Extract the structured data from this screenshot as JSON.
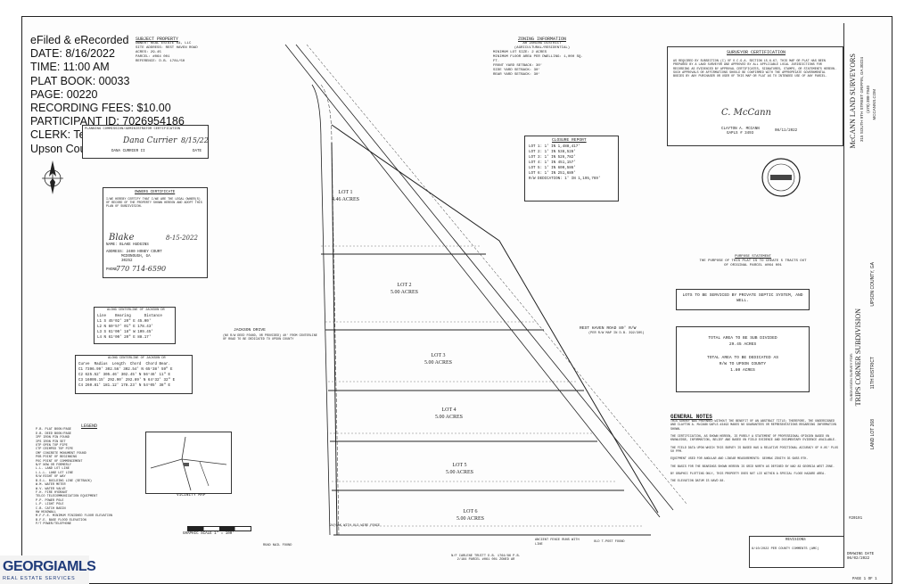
{
  "stamp": {
    "lines": [
      "eFiled & eRecorded",
      "DATE: 8/16/2022",
      "TIME: 11:00 AM",
      "PLAT BOOK: 00033",
      "PAGE: 00220",
      "RECORDING FEES: $10.00",
      "PARTICIPANT ID: 7026954186",
      "CLERK: Teresa Meier",
      "Upson County, GA"
    ]
  },
  "subject_property": {
    "title": "SUBJECT PROPERTY",
    "lines": [
      "OWNER: REAL ESTATE 03, LLC",
      "SITE ADDRESS: REST HAVEN ROAD",
      "ACRES: 29.45",
      "PARCEL: #064 001",
      "REFERENCE: D.B. 1781/50"
    ]
  },
  "commission_cert": {
    "title": "PLANNING COMMISSION/ADMINISTRATOR CERTIFICATION",
    "name": "DANA CURRIER II",
    "date_label": "DATE",
    "date": "8/15/22"
  },
  "owners_cert": {
    "title": "OWNERS CERTIFICATE",
    "name": "NAME: BLAKE HUDGINS",
    "address": "ADDRESS: 2400 HONEY COURT",
    "city": "MCDONOUGH, GA",
    "zip": "30252",
    "phone_label": "PHONE:",
    "phone": "770 714-6590",
    "date": "8-15-2022"
  },
  "zoning": {
    "title": "ZONING INFORMATION",
    "lines": [
      "AR ZONING DISTRICT",
      "(AGRICULTURAL/RESIDENTIAL)",
      "MINIMUM LOT SIZE: 2 ACRES",
      "MINIMUM FLOOR AREA PER DWELLING: 1,000 SQ. FT.",
      "FRONT YARD SETBACK: 30'",
      "SIDE YARD SETBACK: 30'",
      "REAR YARD SETBACK: 30'"
    ]
  },
  "surveyor_cert": {
    "title": "SURVEYOR CERTIFICATION",
    "name": "CLAYTON A. MCCANN",
    "reg": "GAPLS # 3493",
    "date": "08/11/2022"
  },
  "closure": {
    "title": "CLOSURE REPORT",
    "lines": [
      "LOT 1: 1' IN 1,488,417'",
      "LOT 2: 1' IN 538,528'",
      "LOT 3: 1' IN 526,782'",
      "LOT 4: 1' IN 451,157'",
      "LOT 5: 1' IN 600,586'",
      "LOT 6: 1' IN 251,689'",
      "R/W DEDICATION: 1' IN 1,195,769'"
    ]
  },
  "purpose": {
    "title": "PURPOSE STATEMENT",
    "text": "THE PURPOSE OF THIS PLAT IS TO CREATE 5 TRACTS OUT OF ORIGINAL PARCEL #064 001"
  },
  "septic_note": "LOTS TO BE SERVICED BY PRIVATE SEPTIC SYSTEM, AND WELL.",
  "area_note": [
    "TOTAL AREA TO BE SUB DIVIDED",
    "29.45 ACRES",
    "TOTAL AREA TO BE DEDICATED AS",
    "R/W TO UPSON COUNTY",
    "1.80 ACRES"
  ],
  "general_notes": {
    "title": "GENERAL NOTES"
  },
  "lots": [
    {
      "name": "LOT 1",
      "acres": "4.46 ACRES"
    },
    {
      "name": "LOT 2",
      "acres": "5.00 ACRES"
    },
    {
      "name": "LOT 3",
      "acres": "5.00 ACRES"
    },
    {
      "name": "LOT 4",
      "acres": "5.00 ACRES"
    },
    {
      "name": "LOT 5",
      "acres": "5.00 ACRES"
    },
    {
      "name": "LOT 6",
      "acres": "5.00 ACRES"
    }
  ],
  "road_labels": {
    "jackson": "JACKSON DRIVE",
    "jackson_sub": "(NO R/W DEED FOUND, OR PROVIDED) 40' FROM CENTERLINE OF ROAD TO BE DEDICATED TO UPSON COUNTY",
    "rest_haven": "REST HAVEN ROAD 80' R/W",
    "rest_haven_sub": "(PER R/W MAP IN D.B. 392/305)"
  },
  "legend": {
    "title": "LEGEND",
    "items": [
      "P.B. PLAT BOOK/PAGE",
      "D.B. DEED BOOK/PAGE",
      "IPF IRON PIN FOUND",
      "IPS IRON PIN SET",
      "OTP OPEN TOP PIPE",
      "CTP CRIMPED TOP PIPE",
      "CMF CONCRETE MONUMENT FOUND",
      "POB POINT OF BEGINNING",
      "POC POINT OF COMMENCEMENT",
      "N/F NOW OR FORMERLY",
      "L.L. LAND LOT LINE",
      "L.L.L. LAND LOT LINE",
      "R/W RIGHT OF WAY",
      "B.S.L. BUILDING LINE (SETBACK)",
      "W.M. WATER METER",
      "W.V. WATER VALVE",
      "F.H. FIRE HYDRANT",
      "TELCO TELECOMMUNICATION EQUIPMENT",
      "P.P. POWER POLE",
      "L.P. LIGHT POLE",
      "C.B. CATCH BASIN",
      "HW HEADWALL",
      "M.F.F.E. MINIMUM FINISHED FLOOR ELEVATION",
      "B.F.E. BASE FLOOD ELEVATION",
      "P/T POWER/TELEPHONE"
    ]
  },
  "table1": {
    "title": "ALONG CENTERLINE OF JACKSON DR",
    "headers": [
      "Line",
      "Bearing",
      "Distance"
    ],
    "rows": [
      [
        "L1",
        "S 45°02' 20\" E",
        "45.00'"
      ],
      [
        "L2",
        "N 60°57' 01\" E",
        "178.43'"
      ],
      [
        "L3",
        "S 61°00' 18\" W",
        "109.45'"
      ],
      [
        "L4",
        "N 61°00' 20\" E",
        "88.17'"
      ]
    ]
  },
  "table2": {
    "title": "ALONG CENTERLINE OF JACKSON DR",
    "headers": [
      "Curve",
      "Radius",
      "Length",
      "Chord",
      "Chord Bear."
    ],
    "rows": [
      [
        "C1",
        "7396.99'",
        "302.56'",
        "302.54'",
        "N 65°38' 59\" E"
      ],
      [
        "C2",
        "625.52'",
        "305.46'",
        "302.45'",
        "N 56°46' 11\" E"
      ],
      [
        "C3",
        "16005.15'",
        "292.90'",
        "292.89'",
        "N 64°32' 32\" E"
      ],
      [
        "C4",
        "260.81'",
        "181.12'",
        "178.23'",
        "N 54°05' 38\" E"
      ]
    ]
  },
  "vicinity": "VICINITY MAP",
  "scale": "GRAPHIC SCALE 1\" = 100'",
  "title_block": {
    "company": "McCANN LAND SURVEYORS",
    "addr": "315 SOUTH 9TH STREET GRIFFIN, GA 30224",
    "phone": "(470) 388-7940",
    "web": "MCCANNS.COM",
    "survey_for": "SUBDIVISION SURVEY FOR:",
    "project": "TRIPS CORNER SUBDIVISION",
    "county": "UPSON COUNTY, GA",
    "ll": "LAND LOT 268",
    "district": "11TH DISTRICT",
    "job": "#20191",
    "drawn": "DRAWING DATE 06/02/2022",
    "sheet": "PAGE 1 OF 1",
    "revision": "8/10/2022 PER COUNTY COMMENTS (AMC)",
    "revisions_title": "REVISIONS"
  },
  "bottom_labels": {
    "nf": "N/F CARLENE TRUITT D.B. 1764/86 P.B. 2/184 PARCEL #061 001 ZONED AR",
    "fence": "ANCIENT FENCE RUNS WITH LINE",
    "otp": "OLD T-POST FOUND",
    "road_nail": "ROAD NAIL FOUND",
    "oak": "24\"OAK WITH OLD WIRE FENCE"
  },
  "watermark": {
    "brand": "GEORGIAMLS",
    "sub": "REAL ESTATE SERVICES"
  }
}
